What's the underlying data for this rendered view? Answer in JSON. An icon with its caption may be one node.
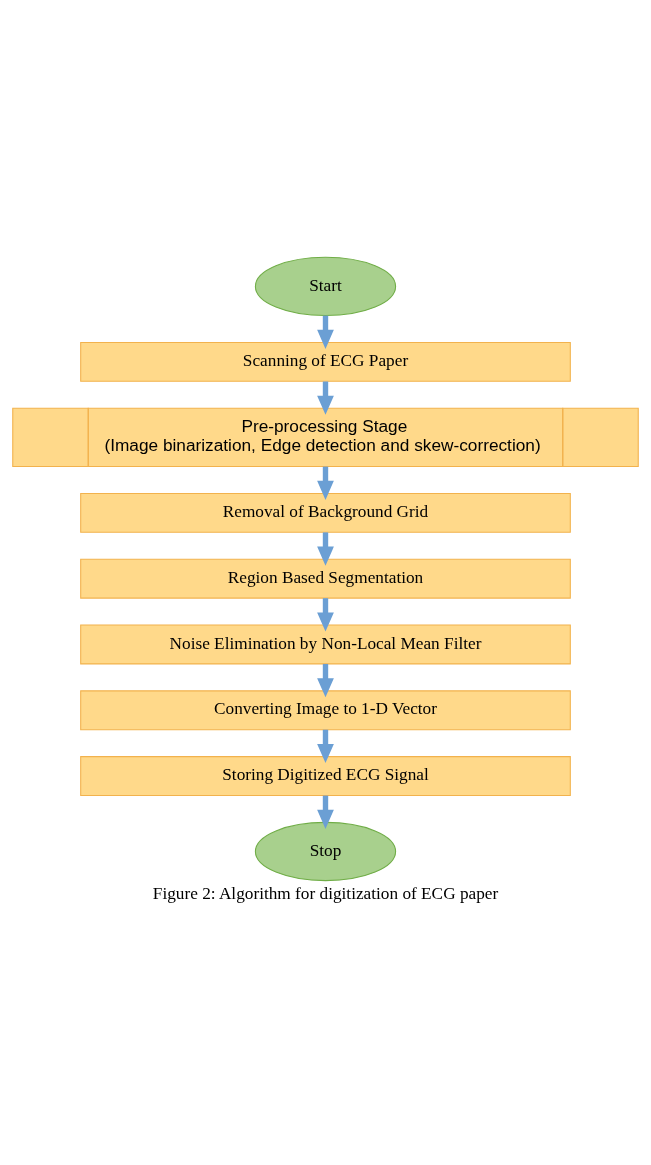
{
  "diagram": {
    "caption": "Figure 2: Algorithm for digitization of ECG paper",
    "nodes": [
      {
        "text": [
          "Start"
        ]
      },
      {
        "text": [
          "Scanning of ECG Paper"
        ]
      },
      {
        "text": [
          "Pre-processing Stage",
          "(Image binarization, Edge detection and skew-correction)"
        ]
      },
      {
        "text": [
          "Removal of Background Grid"
        ]
      },
      {
        "text": [
          "Region Based Segmentation"
        ]
      },
      {
        "text": [
          "Noise Elimination by Non-Local Mean Filter"
        ]
      },
      {
        "text": [
          "Converting Image to 1-D Vector"
        ]
      },
      {
        "text": [
          "Storing Digitized ECG Signal"
        ]
      },
      {
        "text": [
          "Stop"
        ]
      }
    ],
    "edges": [
      {
        "from": 0,
        "to": 1,
        "arrow": "to"
      },
      {
        "from": 1,
        "to": 2,
        "arrow": "to"
      },
      {
        "from": 2,
        "to": 3,
        "arrow": "to"
      },
      {
        "from": 3,
        "to": 4,
        "arrow": "to"
      },
      {
        "from": 4,
        "to": 5,
        "arrow": "to"
      },
      {
        "from": 5,
        "to": 6,
        "arrow": "to"
      },
      {
        "from": 6,
        "to": 7,
        "arrow": "to"
      },
      {
        "from": 7,
        "to": 8,
        "arrow": "to"
      }
    ]
  }
}
